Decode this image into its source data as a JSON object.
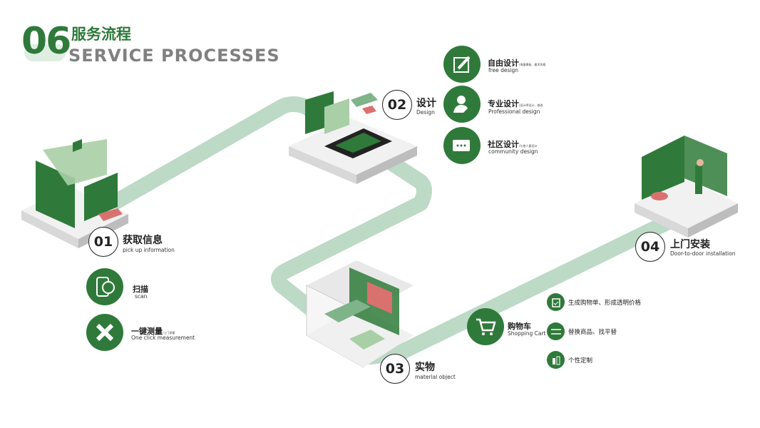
{
  "header": {
    "number": "06",
    "title_cn": "服务流程",
    "title_en": "SERVICE PROCESSES"
  },
  "colors": {
    "green": "#2f7a3a",
    "path": "#bcdac6",
    "accent": "#d9716f"
  },
  "steps": [
    {
      "num": "01",
      "cn": "获取信息",
      "en": "pick up information"
    },
    {
      "num": "02",
      "cn": "设计",
      "en": "Design"
    },
    {
      "num": "03",
      "cn": "实物",
      "en": "material object"
    },
    {
      "num": "04",
      "cn": "上门安装",
      "en": "Door-to-door installation"
    }
  ],
  "info_items": [
    {
      "icon": "phone-scan-icon",
      "cn": "扫描",
      "en": "scan",
      "note": ""
    },
    {
      "icon": "ruler-pencil-icon",
      "cn": "一键测量",
      "en": "One click measurement",
      "note": "/上门测量"
    }
  ],
  "design_items": [
    {
      "icon": "edit-pencil-icon",
      "cn": "自由设计",
      "en": "free design",
      "note": "/海量模板、美术风格"
    },
    {
      "icon": "designer-user-icon",
      "cn": "专业设计",
      "en": "Professional design",
      "note": "/设计师设计、修改"
    },
    {
      "icon": "chat-bubbles-icon",
      "cn": "社区设计",
      "en": "community design",
      "note": "/与他人量设计"
    }
  ],
  "cart": {
    "icon": "shopping-cart-icon",
    "cn": "购物车",
    "en": "Shopping Cart"
  },
  "cart_items": [
    {
      "icon": "clipboard-check-icon",
      "label": "生成购物单、形成透明价格"
    },
    {
      "icon": "swap-arrows-icon",
      "label": "替换商品、找平替"
    },
    {
      "icon": "custom-bottle-icon",
      "label": "个性定制"
    }
  ]
}
